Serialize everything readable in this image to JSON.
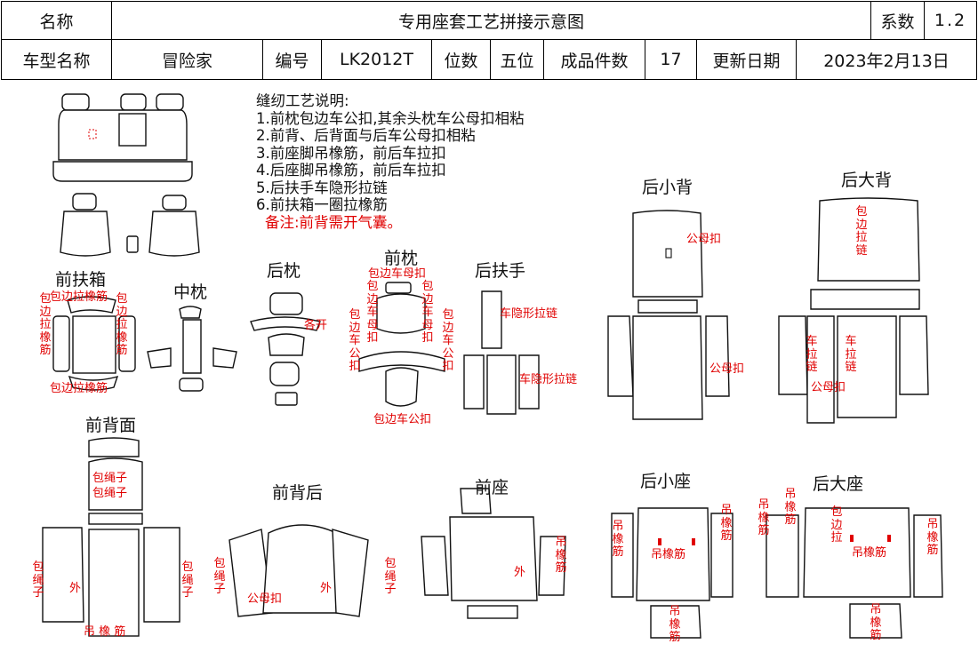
{
  "header": {
    "row1": {
      "name_label": "名称",
      "title": "专用座套工艺拼接示意图",
      "series_label": "系数",
      "series_value": "1.2"
    },
    "row2": {
      "model_label": "车型名称",
      "model_value": "冒险家",
      "code_label": "编号",
      "code_value": "LK2012T",
      "seats_label": "位数",
      "seats_value": "五位",
      "pieces_label": "成品件数",
      "pieces_value": "17",
      "date_label": "更新日期",
      "date_value": "2023年2月13日"
    }
  },
  "notes": {
    "heading": "缝纫工艺说明:",
    "items": [
      "1.前枕包边车公扣,其余头枕车公母扣相粘",
      "2.前背、后背面与后车公母扣相粘",
      "3.前座脚吊橡筋，前后车拉扣",
      "4.后座脚吊橡筋，前后车拉扣",
      "5.后扶手车隐形拉链",
      "6.前扶箱一圈拉橡筋"
    ],
    "remark": "备注:前背需开气囊。"
  },
  "parts": {
    "front_armrest_box": "前扶箱",
    "middle_headrest": "中枕",
    "rear_headrest": "后枕",
    "front_headrest": "前枕",
    "rear_armrest": "后扶手",
    "rear_small_back": "后小背",
    "rear_large_back": "后大背",
    "front_back_face": "前背面",
    "front_back_rear": "前背后",
    "front_seat": "前座",
    "rear_small_seat": "后小座",
    "rear_large_seat": "后大座"
  },
  "annotations": {
    "edge_elastic": "包边拉橡筋",
    "edge_binding_snap": "包边车母扣",
    "edge_male_snap": "包边车公扣",
    "edge_snap": "包边车公扣",
    "open_slit": "各开",
    "hidden_zipper": "车隐形拉链",
    "snap_pair": "公母扣",
    "edge_binding": "包边拉链",
    "zipper_sewing": "车拉链",
    "rope_binding": "包绳子",
    "outer": "外",
    "elastic_hanging": "吊橡筋",
    "elastic_spaced": "吊 橡 筋",
    "binding_vertical": "包边",
    "pull_edge": "包边拉"
  }
}
